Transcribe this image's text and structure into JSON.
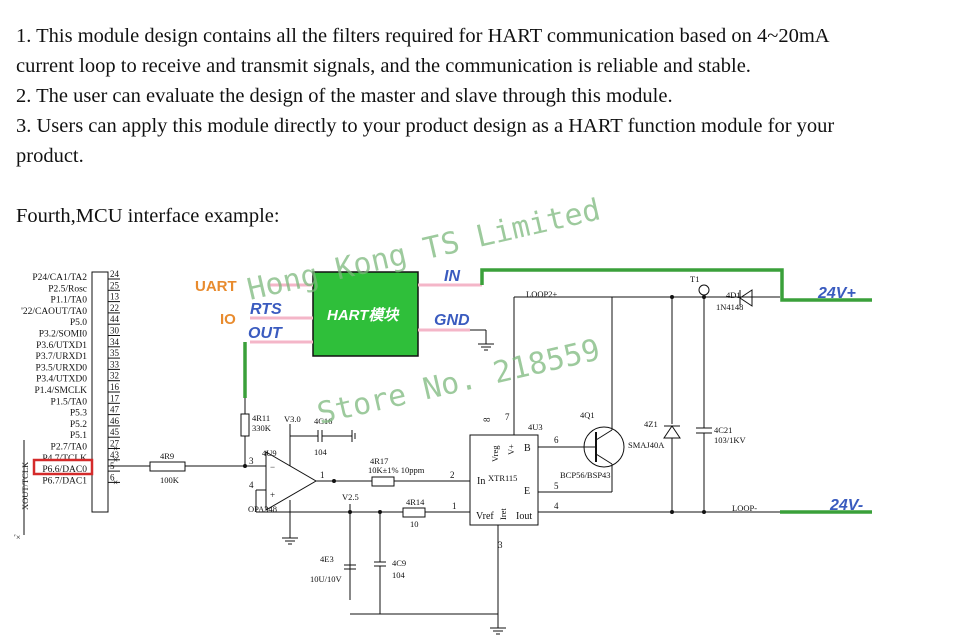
{
  "paragraphs": [
    "1. This module design contains all the filters required for HART communication based on 4~20mA",
    "current loop to receive and transmit signals, and the communication is reliable and stable.",
    "2. The user can evaluate the design of the master and slave through this module.",
    "3. Users can apply this module directly to your product design as a HART function module for your",
    "product."
  ],
  "section_title": "Fourth,MCU interface example:",
  "mcu": {
    "pins": [
      {
        "name": "P24/CA1/TA2",
        "num": "24"
      },
      {
        "name": "P2.5/Rosc",
        "num": "25"
      },
      {
        "name": "P1.1/TA0",
        "num": "13"
      },
      {
        "name": "'22/CAOUT/TA0",
        "num": "22"
      },
      {
        "name": "P5.0",
        "num": "44"
      },
      {
        "name": "P3.2/SOMI0",
        "num": "30"
      },
      {
        "name": "P3.6/UTXD1",
        "num": "34"
      },
      {
        "name": "P3.7/URXD1",
        "num": "35"
      },
      {
        "name": "P3.5/URXD0",
        "num": "33"
      },
      {
        "name": "P3.4/UTXD0",
        "num": "32"
      },
      {
        "name": "P1.4/SMCLK",
        "num": "16"
      },
      {
        "name": "P1.5/TA0",
        "num": "17"
      },
      {
        "name": "P5.3",
        "num": "47"
      },
      {
        "name": "P5.2",
        "num": "46"
      },
      {
        "name": "P5.1",
        "num": "45"
      },
      {
        "name": "P2.7/TA0",
        "num": "27"
      },
      {
        "name": "P4.7/TCLK",
        "num": "43"
      },
      {
        "name": "P6.6/DAC0",
        "num": "5"
      },
      {
        "name": "P6.7/DAC1",
        "num": "6"
      }
    ],
    "side_label": "XOUT/TCLK",
    "highlight_color": "#d42a2a"
  },
  "hart_module": {
    "label": "HART模块",
    "color": "#2fbf3a",
    "uart": "UART",
    "io": "IO",
    "in": "IN",
    "rts": "RTS",
    "out": "OUT",
    "gnd": "GND",
    "wire_color": "#f4b6c8"
  },
  "components": {
    "r9": "4R9",
    "r9v": "100K",
    "r11": "4R11",
    "r11v": "330K",
    "v30": "V3.0",
    "c16": "4C16",
    "c16v": "104",
    "u9": "4U9",
    "u9type": "OPA348",
    "r17": "4R17",
    "r17v": "10K±1% 10ppm",
    "v25": "V2.5",
    "r14": "4R14",
    "r14v": "10",
    "e3": "4E3",
    "e3v": "10U/10V",
    "c9": "4C9",
    "c9v": "104",
    "u3": "4U3",
    "u3type": "XTR115",
    "q1": "4Q1",
    "q1type": "BCP56/BSP43",
    "z1": "4Z1",
    "z1type": "SMAJ40A",
    "c21": "4C21",
    "c21v": "103/1KV",
    "d1": "4D1",
    "d1type": "1N4148",
    "t1": "T1",
    "loop_plus": "LOOP2+",
    "loop_minus": "LOOP-",
    "v24p": "24V+",
    "v24m": "24V-",
    "u3_in": "In",
    "u3_vref": "Vref",
    "u3_iret": "Iret",
    "u3_iout": "Iout",
    "u3_vreg": "Vreg",
    "u3_vplus": "V+",
    "u3_b": "B",
    "u3_e": "E"
  },
  "watermark": {
    "company": "Hong Kong TS Limited",
    "store": "Store No. 218559"
  },
  "colors": {
    "supply_line": "#3aa03a",
    "blue_text": "#3a5bbf",
    "orange_text": "#e88b2e"
  }
}
